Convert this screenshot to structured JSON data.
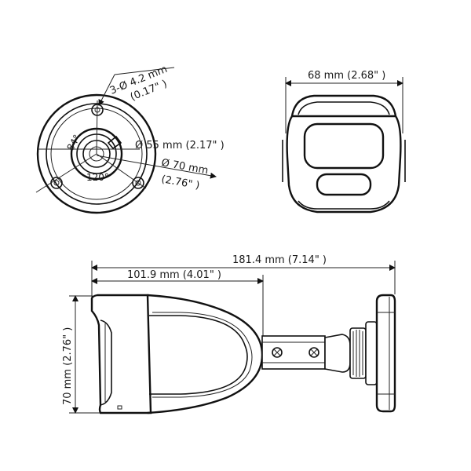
{
  "front_view": {
    "mount_holes_label_1": "3-Ø 4.2 mm",
    "mount_holes_label_2": "(0.17\" )",
    "base_circle_label": "Ø 55 mm (2.17\" )",
    "base_diameter_label_1": "Ø 70 mm",
    "base_diameter_label_2": "(2.76\" )",
    "angle_a": "84°",
    "angle_b": "120°"
  },
  "top_view": {
    "width_label": "68 mm (2.68\" )"
  },
  "side_view": {
    "total_length_label": "181.4 mm (7.14\" )",
    "body_length_label": "101.9 mm (4.01\" )",
    "height_label": "70 mm (2.76\" )"
  }
}
